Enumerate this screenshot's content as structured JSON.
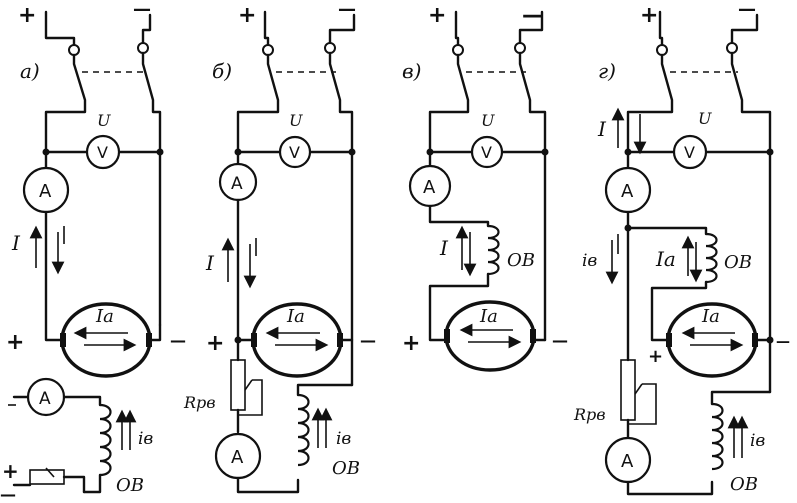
{
  "panels": [
    {
      "id": "a",
      "label": "а)"
    },
    {
      "id": "b",
      "label": "б)"
    },
    {
      "id": "c",
      "label": "в)"
    },
    {
      "id": "d",
      "label": "г)"
    }
  ],
  "symbols": {
    "plus": "+",
    "minus": "—",
    "minus_short": "—",
    "voltmeter": "V",
    "ammeter": "A",
    "voltage": "U",
    "current": "I",
    "armature_current": "Ia",
    "field_current": "iв",
    "field_winding": "ОВ",
    "rheostat": "Rрв"
  }
}
